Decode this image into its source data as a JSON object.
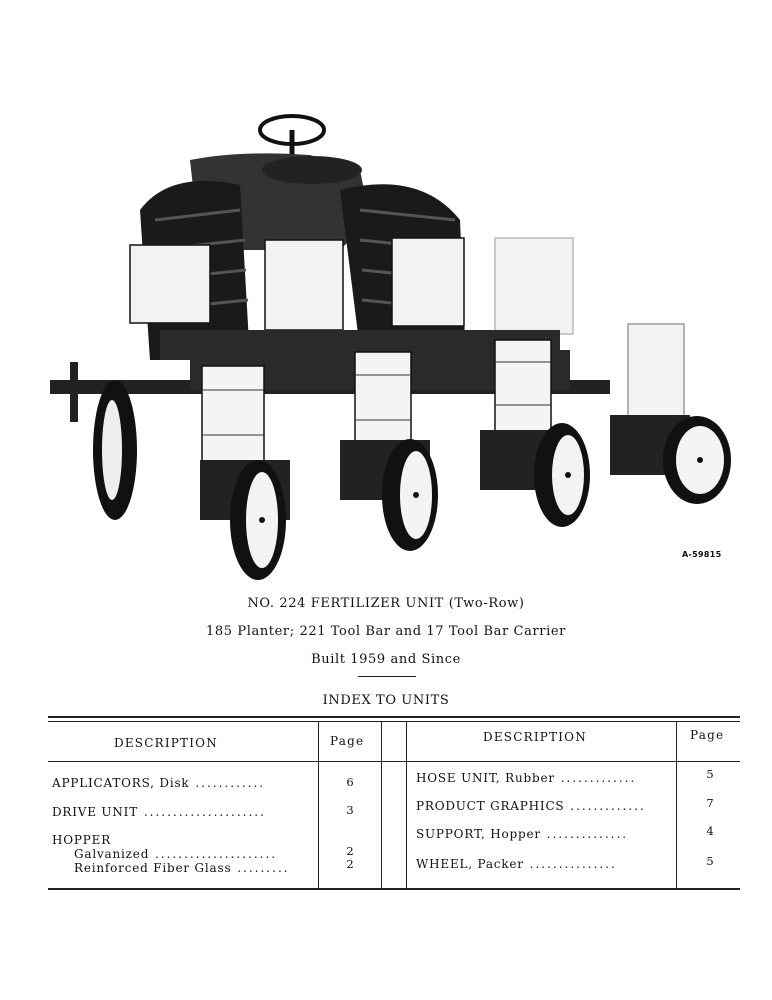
{
  "photo_code": "A-59815",
  "caption": {
    "line1": "NO. 224 FERTILIZER UNIT (Two-Row)",
    "line2": "185 Planter; 221 Tool Bar and 17 Tool Bar Carrier",
    "line3": "Built 1959 and Since"
  },
  "index_title": "INDEX TO UNITS",
  "table": {
    "left": {
      "header_desc": "DESCRIPTION",
      "header_page": "Page",
      "rows": [
        {
          "label": "APPLICATORS, Disk",
          "leader": " ............",
          "page": "6"
        },
        {
          "label": "DRIVE UNIT",
          "leader": " .....................",
          "page": "3"
        },
        {
          "label": "HOPPER",
          "leader": "",
          "page": ""
        },
        {
          "label": "Galvanized",
          "leader": " .....................",
          "page": "2"
        },
        {
          "label": "Reinforced Fiber Glass",
          "leader": " .........",
          "page": "2"
        }
      ]
    },
    "right": {
      "header_desc": "DESCRIPTION",
      "header_page": "Page",
      "rows": [
        {
          "label": "HOSE UNIT, Rubber",
          "leader": " .............",
          "page": "5"
        },
        {
          "label": "PRODUCT GRAPHICS",
          "leader": " .............",
          "page": "7"
        },
        {
          "label": "SUPPORT, Hopper",
          "leader": " ..............",
          "page": "4"
        },
        {
          "label": "WHEEL, Packer",
          "leader": " ...............",
          "page": "5"
        }
      ]
    }
  }
}
